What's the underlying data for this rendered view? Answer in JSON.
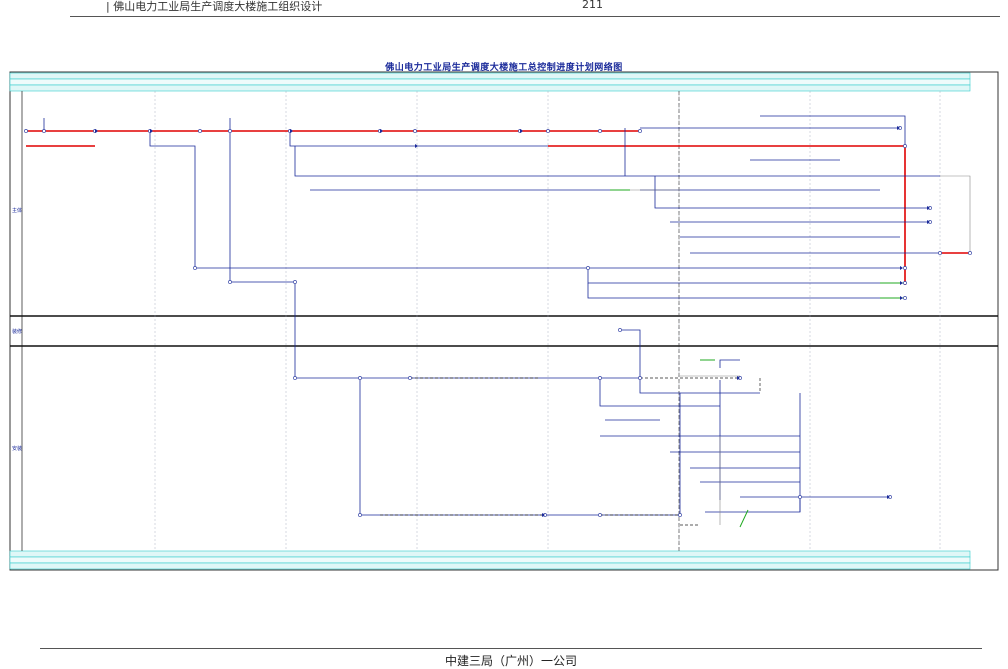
{
  "header": {
    "left_text": "| 佛山电力工业局生产调度大楼施工组织设计",
    "page_number": "211"
  },
  "diagram": {
    "title": "佛山电力工业局生产调度大楼施工总控制进度计划网络图",
    "side_labels": [
      "主体",
      "装修",
      "安装"
    ],
    "colors": {
      "line": "#1a2a9a",
      "critical": "#e00000",
      "band": "#33cccc",
      "green": "#22aa22"
    }
  },
  "footer": {
    "company": "中建三局（广州）一公司"
  }
}
